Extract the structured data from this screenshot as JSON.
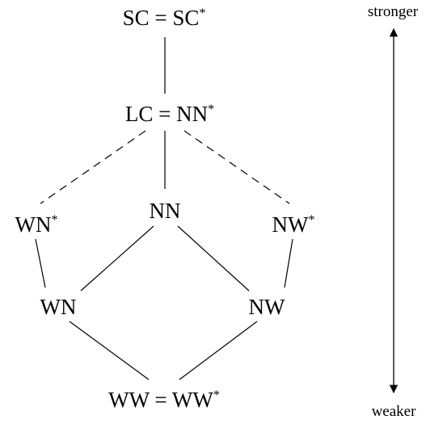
{
  "nodes": {
    "sc": {
      "base": "SC = SC",
      "star": "*"
    },
    "lc": {
      "base": "LC = NN",
      "star": "*"
    },
    "wn_star": {
      "base": "WN",
      "star": "*"
    },
    "nn": {
      "base": "NN"
    },
    "nw_star": {
      "base": "NW",
      "star": "*"
    },
    "wn": {
      "base": "WN"
    },
    "nw": {
      "base": "NW"
    },
    "ww": {
      "base": "WW = WW",
      "star": "*"
    }
  },
  "axis": {
    "top_label": "stronger",
    "bottom_label": "weaker"
  },
  "colors": {
    "ink": "#000000",
    "background": "#ffffff"
  }
}
